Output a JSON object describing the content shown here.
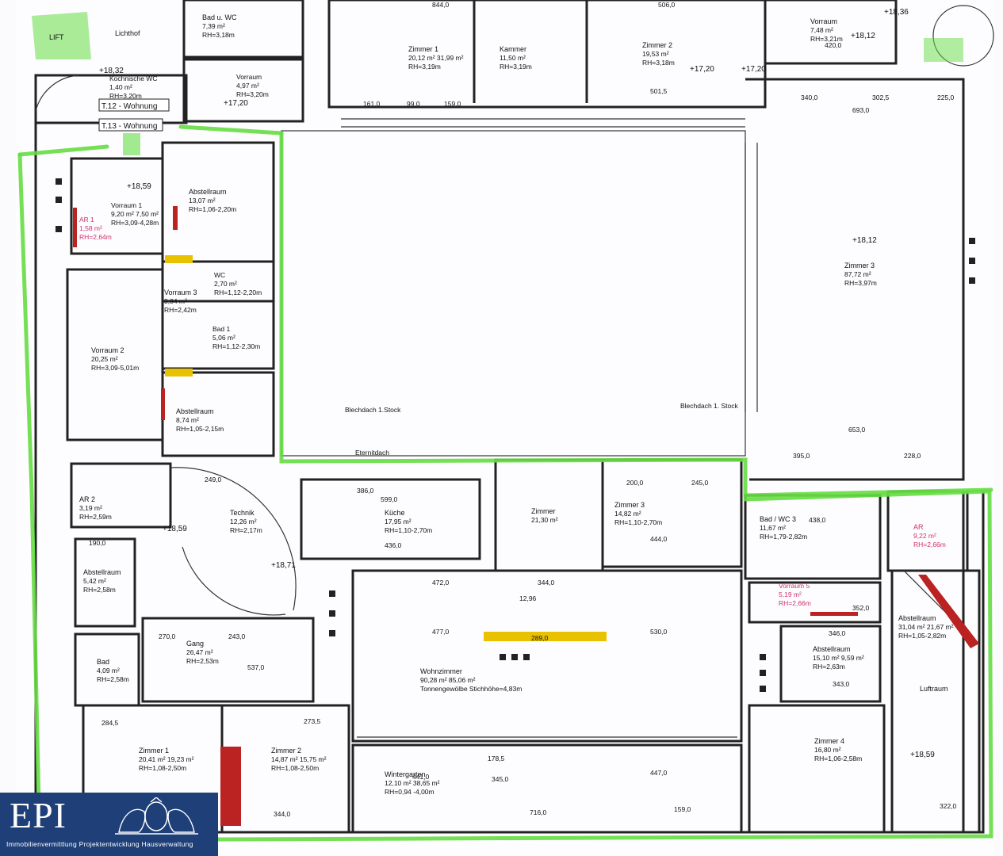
{
  "rooms": [
    {
      "id": "lift",
      "name": "LIFT",
      "area": "",
      "rh": ""
    },
    {
      "id": "lichthof",
      "name": "Lichthof",
      "area": "",
      "rh": ""
    },
    {
      "id": "bad-wc-top",
      "name": "Bad u. WC",
      "area": "7,39 m²",
      "rh": "RH=3,18m"
    },
    {
      "id": "zimmer1-top",
      "name": "Zimmer 1",
      "area": "20,12 m²  31,99 m²",
      "rh": "RH=3,19m"
    },
    {
      "id": "kammer",
      "name": "Kammer",
      "area": "11,50 m²",
      "rh": "RH=3,19m"
    },
    {
      "id": "zimmer2-top",
      "name": "Zimmer 2",
      "area": "19,53 m²",
      "rh": "RH=3,18m"
    },
    {
      "id": "vorraum-top",
      "name": "Vorraum",
      "area": "7,48 m²",
      "rh": "RH=3,21m"
    },
    {
      "id": "kochnische",
      "name": "Kochnische WC",
      "area": "1,40 m²",
      "rh": "RH=3,20m"
    },
    {
      "id": "vorraum-small",
      "name": "Vorraum",
      "area": "4,97 m²",
      "rh": "RH=3,20m"
    },
    {
      "id": "abstellraum1",
      "name": "Abstellraum",
      "area": "13,07 m²",
      "rh": "RH=1,06-2,20m"
    },
    {
      "id": "ar1",
      "name": "AR 1",
      "area": "1,58 m²",
      "rh": "RH=2,64m"
    },
    {
      "id": "vorraum1",
      "name": "Vorraum 1",
      "area": "9,20 m²  7,50 m²",
      "rh": "RH=3,09-4,28m"
    },
    {
      "id": "vorraum3",
      "name": "Vorraum 3",
      "area": "3,84 m²",
      "rh": "RH=2,42m"
    },
    {
      "id": "wc",
      "name": "WC",
      "area": "2,70 m²",
      "rh": "RH=1,12-2,20m"
    },
    {
      "id": "bad1",
      "name": "Bad 1",
      "area": "5,06 m²",
      "rh": "RH=1,12-2,30m"
    },
    {
      "id": "vorraum2",
      "name": "Vorraum 2",
      "area": "20,25 m²",
      "rh": "RH=3,09-5,01m"
    },
    {
      "id": "abstellraum2",
      "name": "Abstellraum",
      "area": "8,74 m²",
      "rh": "RH=1,05-2,15m"
    },
    {
      "id": "zimmer3-big",
      "name": "Zimmer 3",
      "area": "87,72 m²",
      "rh": "RH=3,97m"
    },
    {
      "id": "ar2",
      "name": "AR 2",
      "area": "3,19 m²",
      "rh": "RH=2,59m"
    },
    {
      "id": "technik",
      "name": "Technik",
      "area": "12,26 m²",
      "rh": "RH=2,17m"
    },
    {
      "id": "kueche",
      "name": "Küche",
      "area": "17,95 m²",
      "rh": "RH=1,10-2,70m"
    },
    {
      "id": "zimmer-mid",
      "name": "Zimmer",
      "area": "21,30 m²",
      "rh": ""
    },
    {
      "id": "zimmer3-mid",
      "name": "Zimmer 3",
      "area": "14,82 m²",
      "rh": "RH=1,10-2,70m"
    },
    {
      "id": "bad-wc3",
      "name": "Bad / WC 3",
      "area": "11,67 m²",
      "rh": "RH=1,79-2,82m"
    },
    {
      "id": "ar-right",
      "name": "AR",
      "area": "9,22 m²",
      "rh": "RH=2,66m"
    },
    {
      "id": "abstellraum3",
      "name": "Abstellraum",
      "area": "5,42 m²",
      "rh": "RH=2,58m"
    },
    {
      "id": "vorraum5",
      "name": "Vorraum 5",
      "area": "5,19 m²",
      "rh": "RH=2,66m"
    },
    {
      "id": "abstellraum4",
      "name": "Abstellraum",
      "area": "31,04 m²  21,67 m²",
      "rh": "RH=1,05-2,82m"
    },
    {
      "id": "abstellraum5",
      "name": "Abstellraum",
      "area": "15,10 m²  9,59 m²",
      "rh": "RH=2,63m"
    },
    {
      "id": "wohnzimmer",
      "name": "Wohnzimmer",
      "area": "90,28 m²  85,06 m²",
      "rh": "Tonnengewölbe Stichhöhe=4,83m"
    },
    {
      "id": "bad",
      "name": "Bad",
      "area": "4,09 m²",
      "rh": "RH=2,58m"
    },
    {
      "id": "gang",
      "name": "Gang",
      "area": "26,47 m²",
      "rh": "RH=2,53m"
    },
    {
      "id": "luftraum",
      "name": "Luftraum",
      "area": "",
      "rh": ""
    },
    {
      "id": "zimmer1-bot",
      "name": "Zimmer 1",
      "area": "20,41 m²  19,23 m²",
      "rh": "RH=1,08-2,50m"
    },
    {
      "id": "zimmer2-bot",
      "name": "Zimmer 2",
      "area": "14,87 m²  15,75 m²",
      "rh": "RH=1,08-2,50m"
    },
    {
      "id": "wintergarten",
      "name": "Wintergarten",
      "area": "12,10 m²  38,65 m²",
      "rh": "RH=0,94 -4,00m"
    },
    {
      "id": "zimmer4",
      "name": "Zimmer 4",
      "area": "16,80 m²",
      "rh": "RH=1,06-2,58m"
    }
  ],
  "labels": {
    "t12": "T.12 - Wohnung",
    "t13": "T.13 - Wohnung",
    "blechdach1": "Blechdach 1.Stock",
    "blechdach2": "Blechdach 1. Stock",
    "eternitdach": "Eternitdach"
  },
  "levels": [
    "+18,32",
    "+17,20",
    "+17,20",
    "+18,36",
    "+18,12",
    "+18,59",
    "+18,12",
    "+18,59",
    "+18,71",
    "+18,59",
    "+17,20"
  ],
  "dims": [
    "844,0",
    "506,0",
    "420,0",
    "340,0",
    "302,5",
    "225,0",
    "693,0",
    "161,0",
    "99,0",
    "159,0",
    "501,5",
    "653,0",
    "395,0",
    "228,0",
    "472,0",
    "344,0",
    "12,96",
    "477,0",
    "289,0",
    "530,0",
    "716,0",
    "441,0",
    "345,0",
    "447,0",
    "178,5",
    "249,0",
    "599,0",
    "386,0",
    "436,0",
    "444,0",
    "200,0",
    "245,0",
    "438,0",
    "352,0",
    "343,0",
    "346,0",
    "270,0",
    "243,0",
    "537,0",
    "284,5",
    "273,5",
    "344,0",
    "190,0",
    "159,0",
    "322,0"
  ],
  "logo": {
    "brand": "EPI",
    "tagline": "Immobilienvermittlung  Projektentwicklung  Hausverwaltung"
  },
  "colors": {
    "green": "#66dd44",
    "yellow": "#e8c200",
    "red": "#b22222",
    "logo_bg": "#1e3f78"
  }
}
